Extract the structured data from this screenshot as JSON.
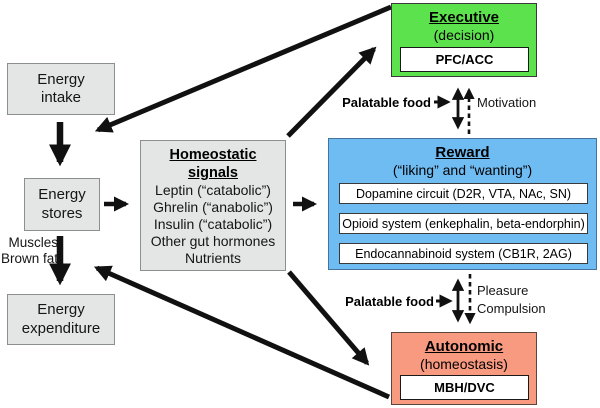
{
  "colors": {
    "executive_green": "#5ce24c",
    "reward_blue": "#6fbcf3",
    "autonomic_salmon": "#f89a80",
    "gray_box": "#e4e6e5",
    "arrow_black": "#111111"
  },
  "left_column": {
    "energy_intake": {
      "line1": "Energy",
      "line2": "intake"
    },
    "energy_stores": {
      "line1": "Energy",
      "line2": "stores"
    },
    "energy_expenditure": {
      "line1": "Energy",
      "line2": "expenditure"
    },
    "muscles_label": {
      "line1": "Muscles",
      "line2": "Brown fat"
    }
  },
  "homeostatic": {
    "title_line1": "Homeostatic",
    "title_line2": "signals",
    "items": [
      "Leptin (“catabolic”)",
      "Ghrelin (“anabolic”)",
      "Insulin (“catabolic”)",
      "Other gut hormones",
      "Nutrients"
    ]
  },
  "executive": {
    "title": "Executive",
    "subtitle": "(decision)",
    "region": "PFC/ACC"
  },
  "reward": {
    "title": "Reward",
    "subtitle": "(“liking” and “wanting”)",
    "systems": [
      "Dopamine circuit (D2R, VTA, NAc, SN)",
      "Opioid system (enkephalin, beta-endorphin)",
      "Endocannabinoid system (CB1R, 2AG)"
    ]
  },
  "autonomic": {
    "title": "Autonomic",
    "subtitle": "(homeostasis)",
    "region": "MBH/DVC"
  },
  "links_top": {
    "palatable_food": "Palatable food",
    "motivation": "Motivation"
  },
  "links_bottom": {
    "palatable_food": "Palatable food",
    "pleasure": "Pleasure",
    "compulsion": "Compulsion"
  }
}
